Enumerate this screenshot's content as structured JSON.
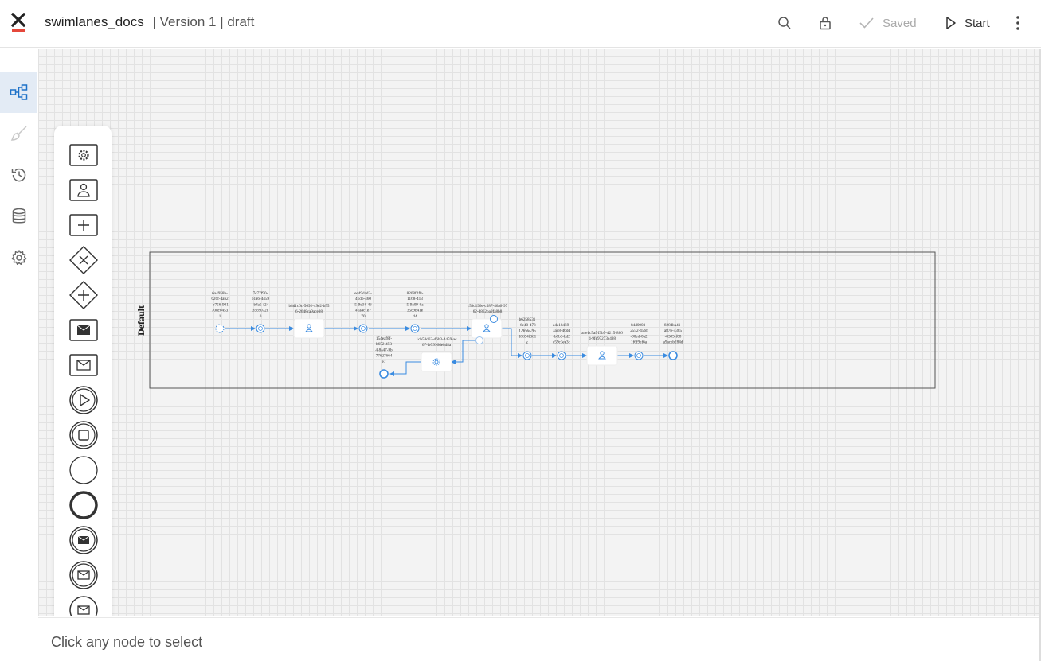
{
  "app": {
    "logo_icon": "x-logo-icon",
    "name": "swimlanes_docs",
    "meta": "| Version 1 | draft"
  },
  "toolbar": {
    "saved_label": "Saved",
    "start_label": "Start"
  },
  "sidebar": {
    "items": [
      {
        "icon": "diagram-icon",
        "active": true
      },
      {
        "icon": "brush-icon",
        "active": false
      },
      {
        "icon": "history-icon",
        "active": false
      },
      {
        "icon": "database-icon",
        "active": false
      },
      {
        "icon": "gear-icon",
        "active": false
      }
    ]
  },
  "palette": {
    "tools": [
      "script-task-icon",
      "user-task-icon",
      "subprocess-icon",
      "exclusive-gateway-icon",
      "parallel-gateway-icon",
      "send-task-icon",
      "receive-task-icon",
      "start-event-icon",
      "stop-event-icon",
      "plain-start-event-icon",
      "end-event-icon",
      "message-throw-event-icon",
      "message-catch-event-icon",
      "message-event-icon"
    ]
  },
  "lane": {
    "label": "Default"
  },
  "nodes": [
    {
      "id": "n1",
      "label": [
        "6a4958b-",
        "626f-4ab2",
        "-b756-901",
        "70dc0453",
        "1"
      ]
    },
    {
      "id": "n2",
      "label": [
        "7c77f90-",
        "b1a6-4459",
        "-b4a5-f24",
        "39c8072c",
        "0"
      ]
    },
    {
      "id": "n3",
      "label": [
        "b8d1c6c-5692-49e2-b55",
        "6-2648ca9ace98"
      ]
    },
    {
      "id": "n4",
      "label": [
        "ec49dad2-",
        "41db-460",
        "5-9e34-46",
        "41a4c1e7",
        "70"
      ]
    },
    {
      "id": "n5",
      "label": [
        "8208f2f8-",
        "1168-413",
        "5-9a09-6a",
        "35c9b41e",
        "d4"
      ]
    },
    {
      "id": "n6",
      "label": [
        "c58c196e-c587-46a6-97",
        "62-d862ba9fa8b8"
      ]
    },
    {
      "id": "n7",
      "label": [
        "154eaf8f-",
        "b652-453",
        "4-8a47-9b",
        "77627664",
        "e7"
      ]
    },
    {
      "id": "n8",
      "label": [
        "1cb58d63-d6b3-4459-ac",
        "67-fe5996de8d8a"
      ]
    },
    {
      "id": "n9",
      "label": [
        "b6258531",
        "-6e40-478",
        "1-96de-9b",
        "d8694f361",
        "c"
      ]
    },
    {
      "id": "n10",
      "label": [
        "ada18459-",
        "3ad8-46dd",
        "-b8b3-bd2",
        "c59c3ee3c"
      ]
    },
    {
      "id": "n11",
      "label": [
        "a4e1c5af-f9b5-4215-886",
        "d-9fe97273c498"
      ]
    },
    {
      "id": "n12",
      "label": [
        "84d0003-",
        "2552-456f",
        "-90ed-0a2",
        "1f6f9ef6a"
      ]
    },
    {
      "id": "n13",
      "label": [
        "828dba41-",
        "a87b-4385",
        "-8385-f08",
        "a9aceb284d"
      ]
    }
  ],
  "status": {
    "message": "Click any node to select"
  }
}
